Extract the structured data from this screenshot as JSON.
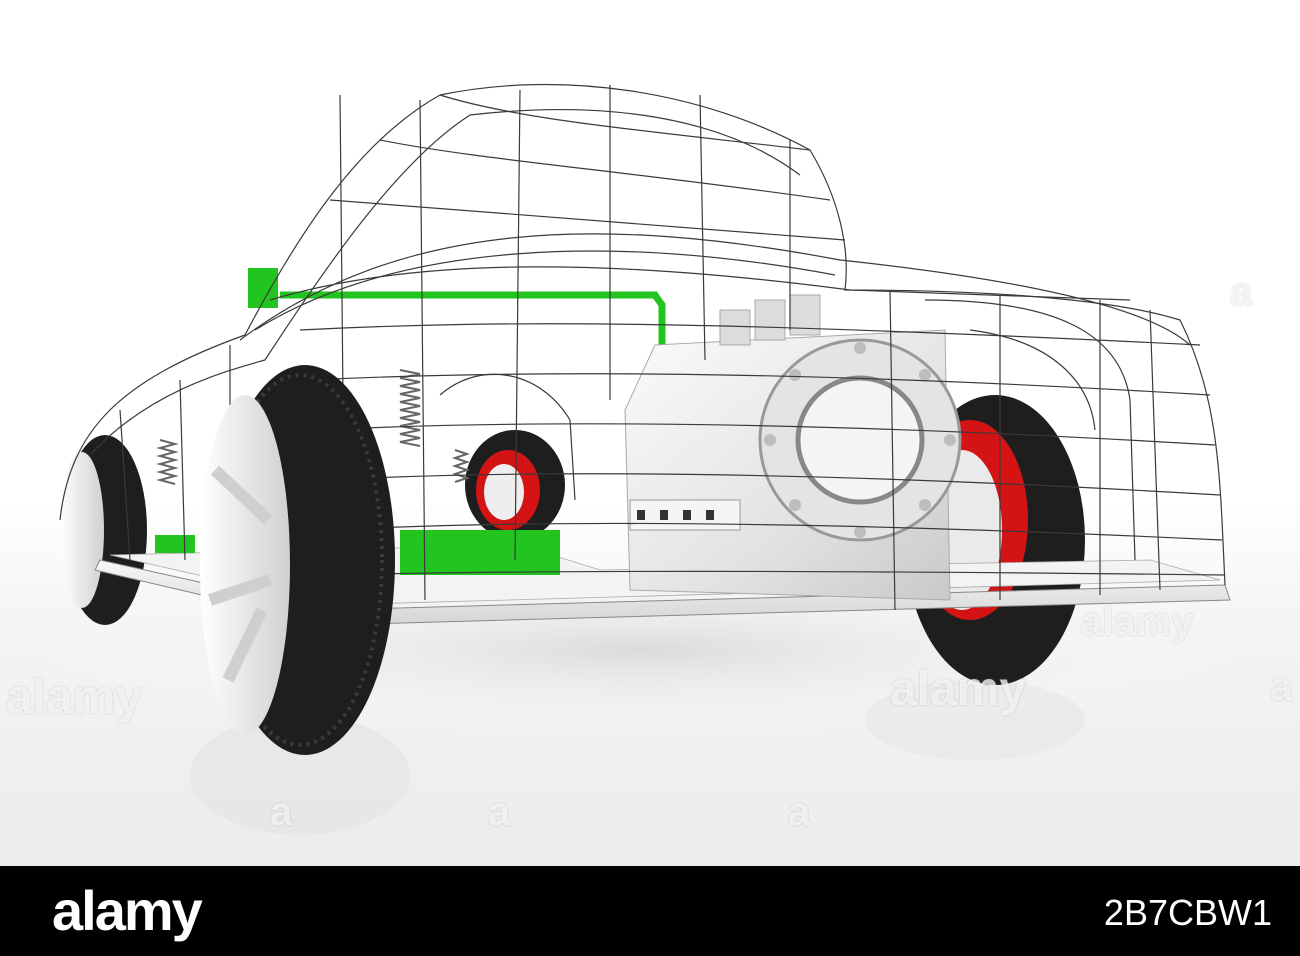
{
  "image": {
    "subject": "wireframe-car-with-electric-drivetrain",
    "colors": {
      "background": "#ffffff",
      "floor_shadow": "#e4e4e4",
      "wire": "#3a3a3a",
      "accent_green": "#22c51f",
      "brake_red": "#d41414",
      "tire": "#1e1e1e",
      "rim": "#eeeeee",
      "motor": "#e9e9e9",
      "footer_bg": "#000000"
    }
  },
  "watermarks": {
    "left": "alamy",
    "center": "alamy",
    "right": "alamy",
    "small_a_top": "a",
    "small_a_right": "a",
    "small_a_bottom_left": "a",
    "small_a_bottom_center": "a",
    "small_a_bottom_right": "a"
  },
  "footer": {
    "brand": "alamy",
    "image_id": "2B7CBW1"
  }
}
